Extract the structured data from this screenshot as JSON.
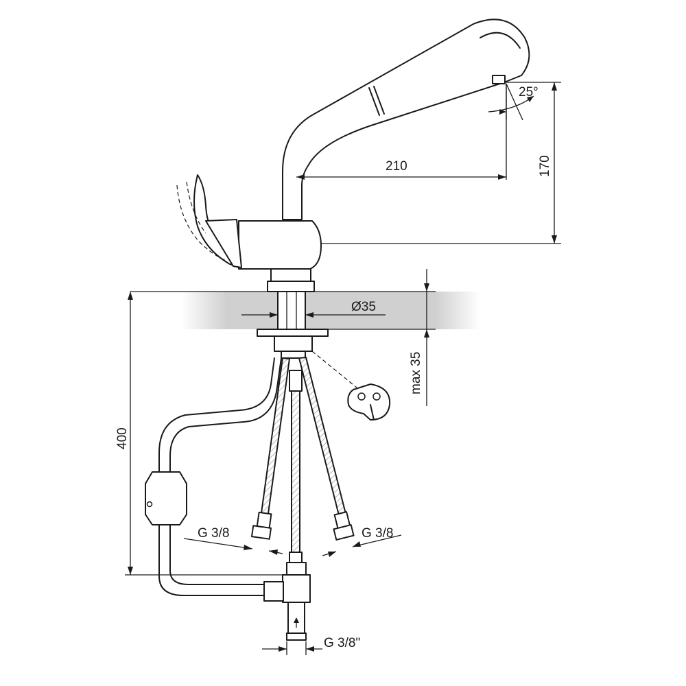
{
  "dimensions": {
    "angle": "25°",
    "spout_reach": "210",
    "spout_height": "170",
    "hole_diameter": "Ø35",
    "max_thickness": "max 35",
    "hose_length": "400",
    "connection_left": "G 3/8",
    "connection_right": "G 3/8",
    "connection_bottom": "G 3/8\""
  }
}
